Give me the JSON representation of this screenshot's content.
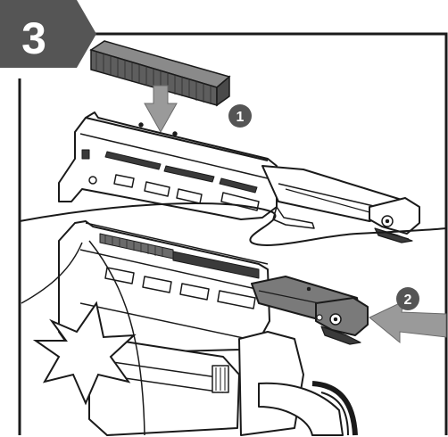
{
  "step": {
    "number": "3"
  },
  "callouts": [
    {
      "label": "1"
    },
    {
      "label": "2"
    }
  ],
  "colors": {
    "ink": "#1a1a1a",
    "badge": "#555555",
    "badge_text": "#ffffff",
    "arrow": "#9a9a9a",
    "strip": "#6b6b6b",
    "tool_fill": "#ffffff",
    "tool_dark": "#3a3a3a",
    "shade": "#7a7a7a"
  }
}
